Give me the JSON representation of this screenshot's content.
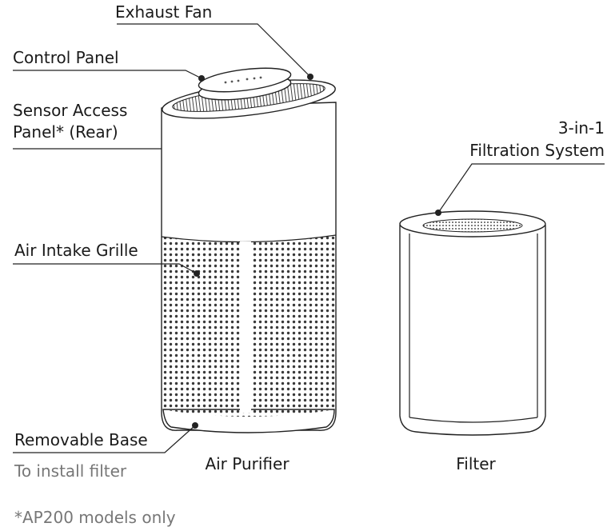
{
  "labels": {
    "exhaust_fan": "Exhaust Fan",
    "control_panel": "Control Panel",
    "sensor_access_line1": "Sensor Access",
    "sensor_access_line2": "Panel* (Rear)",
    "air_intake_grille": "Air Intake Grille",
    "removable_base": "Removable Base",
    "install_note": "To install filter",
    "filtration_line1": "3-in-1",
    "filtration_line2": "Filtration System",
    "air_purifier_caption": "Air Purifier",
    "filter_caption": "Filter",
    "footnote": "*AP200 models only"
  }
}
